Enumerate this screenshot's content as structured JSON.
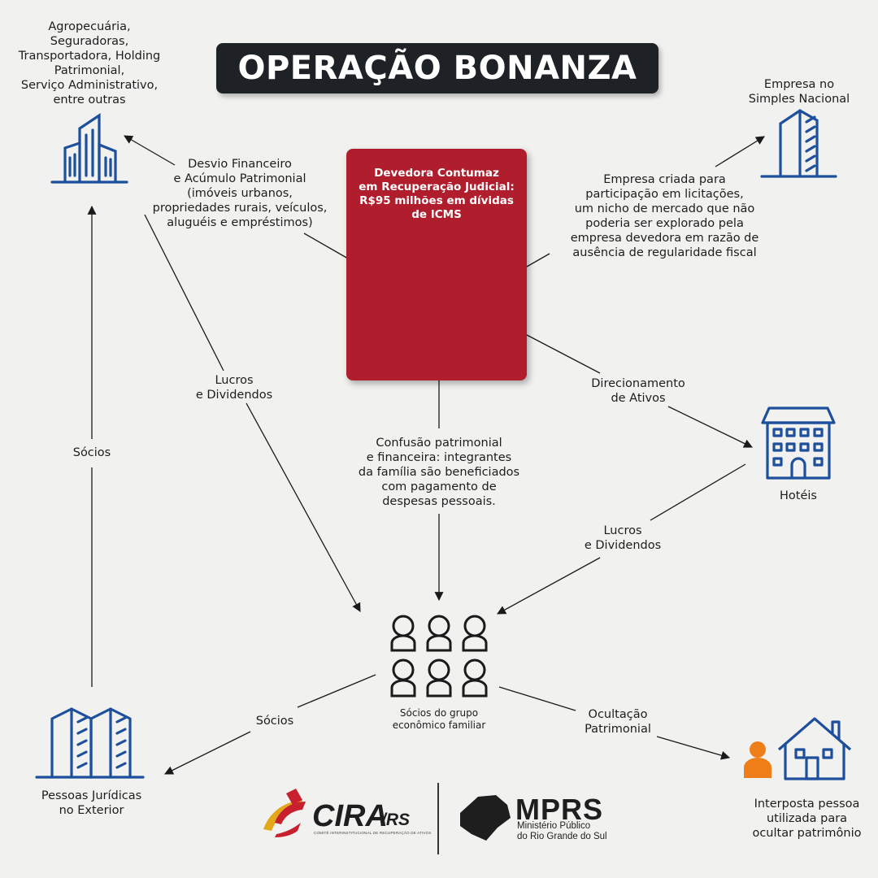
{
  "title": "OPERAÇÃO BONANZA",
  "center_node": {
    "lines": [
      "Devedora Contumaz",
      "em Recuperação Judicial:",
      "R$95 milhões em dívidas",
      "de ICMS"
    ]
  },
  "nodes": {
    "top_left": [
      "Agropecuária,",
      "Seguradoras,",
      "Transportadora, Holding",
      "Patrimonial,",
      "Serviço Administrativo,",
      "entre outras"
    ],
    "top_right": [
      "Empresa no",
      "Simples Nacional"
    ],
    "hotels": [
      "Hotéis"
    ],
    "family": [
      "Sócios do grupo",
      "econômico familiar"
    ],
    "abroad": [
      "Pessoas Jurídicas",
      "no Exterior"
    ],
    "nominee": [
      "Interposta pessoa",
      "utilizada para",
      "ocultar patrimônio"
    ]
  },
  "edges": {
    "desvio": [
      "Desvio Financeiro",
      "e Acúmulo Patrimonial",
      "(imóveis urbanos,",
      "propriedades rurais, veículos,",
      "aluguéis e empréstimos)"
    ],
    "licitacoes": [
      "Empresa criada para",
      "participação em licitações,",
      "um nicho de mercado que não",
      "poderia ser explorado pela",
      "empresa devedora em razão de",
      "ausência de regularidade fiscal"
    ],
    "lucros_left": [
      "Lucros",
      "e Dividendos"
    ],
    "socios_left": [
      "Sócios"
    ],
    "direcionamento": [
      "Direcionamento",
      "de Ativos"
    ],
    "confusao": [
      "Confusão patrimonial",
      "e financeira: integrantes",
      "da família são beneficiados",
      "com pagamento de",
      "despesas pessoais."
    ],
    "lucros_right": [
      "Lucros",
      "e Dividendos"
    ],
    "socios_bottom": [
      "Sócios"
    ],
    "ocultacao": [
      "Ocultação",
      "Patrimonial"
    ]
  },
  "logos": {
    "cira_name": "CIRA",
    "cira_rs": "/RS",
    "cira_tagline": "COMITÊ INTERINSTITUCIONAL DE RECUPERAÇÃO DE ATIVOS",
    "mprs_name": "MPRS",
    "mprs_sub": [
      "Ministério Público",
      "do Rio Grande do Sul"
    ]
  },
  "colors": {
    "background": "#f1f1ef",
    "title_bg": "#1e2226",
    "center_red": "#b01e2d",
    "icon_blue": "#1e4f9c",
    "person_orange": "#ef7d18",
    "line": "#1a1a1a"
  }
}
